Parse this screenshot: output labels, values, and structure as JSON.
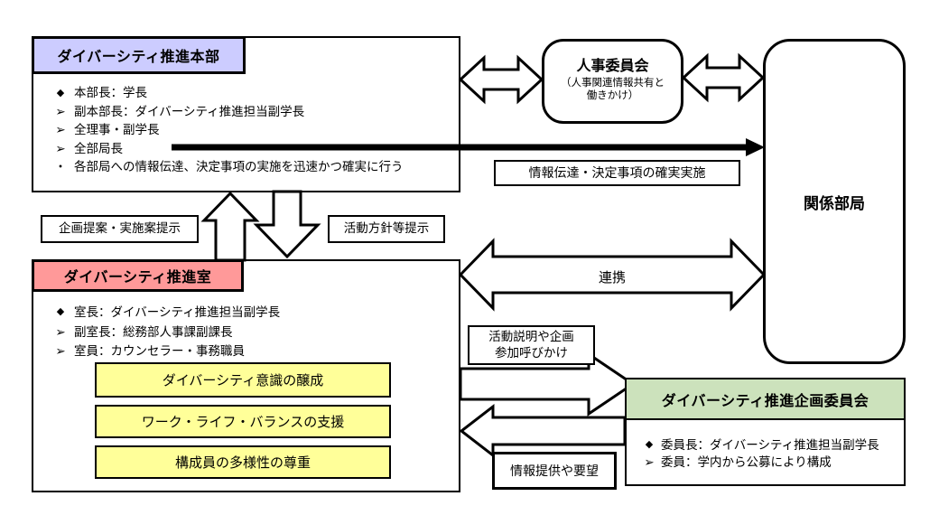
{
  "colors": {
    "headquarters_header": "#ccccff",
    "office_header": "#ff9999",
    "committee_header": "#cce2bc",
    "program_fill": "#ffff99",
    "line": "#000000"
  },
  "headquarters": {
    "title": "ダイバーシティ推進本部",
    "items": [
      {
        "bullet": "◆",
        "text": "本部長：学長"
      },
      {
        "bullet": "➢",
        "text": "副本部長：ダイバーシティ推進担当副学長"
      },
      {
        "bullet": "➢",
        "text": "全理事・副学長"
      },
      {
        "bullet": "➢",
        "text": "全部局長"
      },
      {
        "bullet": "・",
        "text": "各部局への情報伝達、決定事項の実施を迅速かつ確実に行う"
      }
    ]
  },
  "personnel_committee": {
    "title": "人事委員会",
    "subtitle_line1": "（人事関連情報共有と",
    "subtitle_line2": "働きかけ）"
  },
  "related_departments": {
    "title": "関係部局"
  },
  "promotion_office": {
    "title": "ダイバーシティ推進室",
    "items": [
      {
        "bullet": "◆",
        "text": "室長：ダイバーシティ推進担当副学長"
      },
      {
        "bullet": "➢",
        "text": "副室長：総務部人事課副課長"
      },
      {
        "bullet": "➢",
        "text": "室員：カウンセラー・事務職員"
      }
    ],
    "programs": [
      {
        "text": "ダイバーシティ意識の醸成"
      },
      {
        "text": "ワーク・ライフ・バランスの支援"
      },
      {
        "text": "構成員の多様性の尊重"
      }
    ]
  },
  "planning_committee": {
    "title": "ダイバーシティ推進企画委員会",
    "items": [
      {
        "bullet": "◆",
        "text": "委員長：ダイバーシティ推進担当副学長"
      },
      {
        "bullet": "➢",
        "text": "委員：学内から公募により構成"
      }
    ]
  },
  "labels": {
    "info_transmission": "情報伝達・決定事項の確実実施",
    "plan_proposal": "企画提案・実施案提示",
    "policy_presentation": "活動方針等提示",
    "cooperation": "連携",
    "activity_invite_line1": "活動説明や企画",
    "activity_invite_line2": "参加呼びかけ",
    "info_request": "情報提供や要望"
  }
}
